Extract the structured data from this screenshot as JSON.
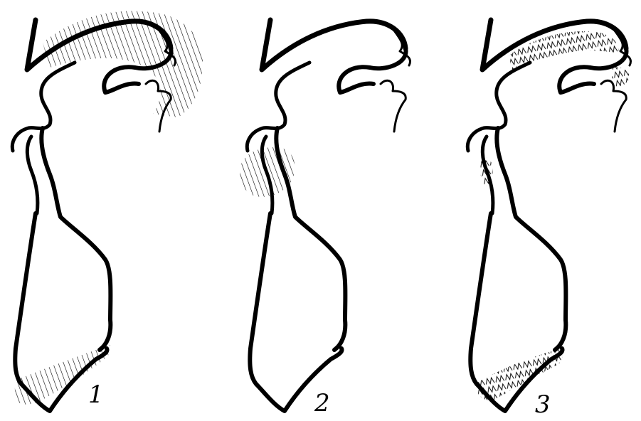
{
  "figure": {
    "panels": [
      {
        "label": "1",
        "shaded_regions": [
          "upper-arch",
          "lower-base"
        ],
        "shading_style": "diagonal-hatching"
      },
      {
        "label": "2",
        "shaded_regions": [
          "throat"
        ],
        "shading_style": "diagonal-hatching"
      },
      {
        "label": "3",
        "shaded_regions": [
          "upper-arch",
          "throat",
          "lower-base"
        ],
        "shading_style": "zigzag-fill"
      }
    ],
    "ink_color": "#000000",
    "background_color": "#ffffff"
  }
}
